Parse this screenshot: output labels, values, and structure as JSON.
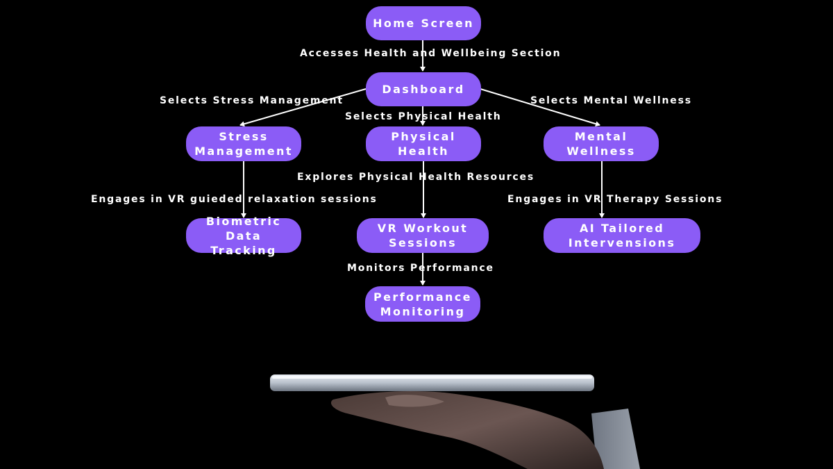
{
  "nodes": {
    "home": "Home Screen",
    "dashboard": "Dashboard",
    "stress": "Stress\nManagement",
    "physical": "Physical\nHealth",
    "mental": "Mental\nWellness",
    "biometric": "Biometric Data\nTracking",
    "vr_workout": "VR Workout\nSessions",
    "ai_tailored": "AI Tailored\nIntervensions",
    "performance": "Performance\nMonitoring"
  },
  "edges": {
    "home_to_dashboard": "Accesses Health and Wellbeing Section",
    "dashboard_to_stress": "Selects Stress Management",
    "dashboard_to_physical": "Selects Physical Health",
    "dashboard_to_mental": "Selects Mental Wellness",
    "stress_to_biometric": "Engages in VR  guieded relaxation sessions",
    "physical_to_vr": "Explores Physical  Health Resources",
    "mental_to_ai": "Engages in VR Therapy Sessions",
    "vr_to_performance": "Monitors Performance"
  },
  "colors": {
    "background": "#000000",
    "node_fill": "#8b5cf6",
    "text": "#ffffff",
    "arrow": "#ffffff"
  },
  "illustration": "hand-holding-tablet"
}
